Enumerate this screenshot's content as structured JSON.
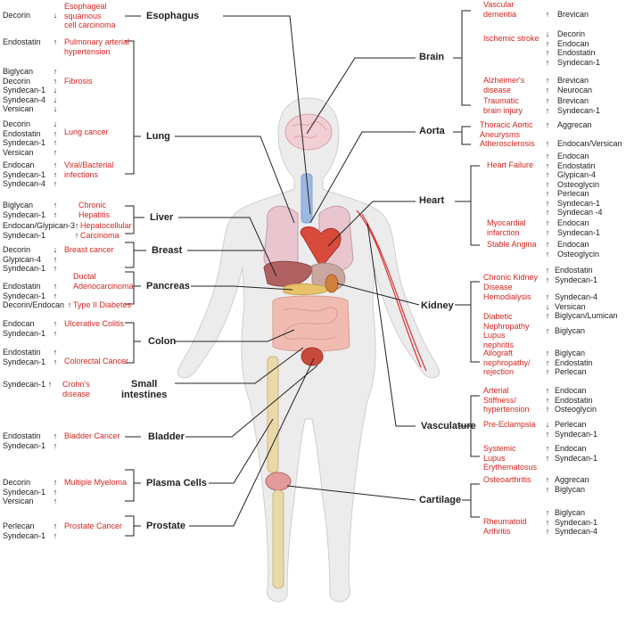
{
  "organs": {
    "esophagus": "Esophagus",
    "lung": "Lung",
    "liver": "Liver",
    "breast": "Breast",
    "pancreas": "Pancreas",
    "colon": "Colon",
    "small": "Small\nintestines",
    "bladder": "Bladder",
    "plasma": "Plasma Cells",
    "prostate": "Prostate",
    "brain": "Brain",
    "aorta": "Aorta",
    "heart": "Heart",
    "kidney": "Kidney",
    "vasculature": "Vasculature",
    "cartilage": "Cartilage"
  },
  "left": {
    "esophagus": {
      "molecules": "Decorin",
      "arrows": "↓",
      "disease": "Esophageal\nsquamous\ncell carcinoma"
    },
    "lung1": {
      "molecules": "Endostatin",
      "arrows": "↑",
      "disease": "Pulmonary arterial\nhypertension"
    },
    "lung2": {
      "molecules": "Biglycan\nDecorin\nSyndecan-1\nSyndecan-4\nVersican",
      "arrows": "↑\n↑\n↓\n↓\n↓",
      "disease": "Fibrosis"
    },
    "lung3": {
      "molecules": "Decorin\nEndostatin\nSyndecan-1\nVersican",
      "arrows": "↓\n↑\n↑\n↑",
      "disease": "Lung cancer"
    },
    "lung4": {
      "molecules": "Endocan\nSyndecan-1\nSyndecan-4",
      "arrows": "↑\n↑\n↑",
      "disease": "Viral/Bacterial\ninfections"
    },
    "liver1": {
      "molecules": "Biglycan\nSyndecan-1",
      "arrows": "↑\n↑",
      "disease": "Chronic\nHepatitis"
    },
    "liver2": {
      "molecules": "Endocan/Glypican-3\nSyndecan-1",
      "arrows": "↑\n↑",
      "disease": "Hepatocellular\nCarcinoma"
    },
    "breast": {
      "molecules": "Decorin\nGlypican-4\nSyndecan-1",
      "arrows": "↓\n↑\n↑",
      "disease": "Breast cancer"
    },
    "pancreas1": {
      "molecules": "Endostatin\nSyndecan-1",
      "arrows": "↑\n↑",
      "disease": "Ductal\nAdenocarcinoma"
    },
    "pancreas2": {
      "molecules": "Decorin/Endocan",
      "arrows": "↑",
      "disease": "Type II Diabetes"
    },
    "colon1": {
      "molecules": "Endocan\nSyndecan-1",
      "arrows": "↑\n↑",
      "disease": "Ulcerative Colitis"
    },
    "colon2": {
      "molecules": "Endostatin\nSyndecan-1",
      "arrows": "↑\n↑",
      "disease": "Colorectal Cancer"
    },
    "small": {
      "molecules": "Syndecan-1",
      "arrows": "↑",
      "disease": "Crohn's\ndisease"
    },
    "bladder": {
      "molecules": "Endostatin\nSyndecan-1",
      "arrows": "↑\n↑",
      "disease": "Bladder Cancer"
    },
    "plasma": {
      "molecules": "Decorin\nSyndecan-1\nVersican",
      "arrows": "↑\n↑\n↑",
      "disease": "Multiple Myeloma"
    },
    "prostate": {
      "molecules": "Perlecan\nSyndecan-1",
      "arrows": "↑\n↑",
      "disease": "Prostate Cancer"
    }
  },
  "right": {
    "brain1": {
      "disease": "Vascular\ndementia",
      "arrows": "↑",
      "molecules": "Brevican"
    },
    "brain2": {
      "disease": "Ischemic stroke",
      "arrows": "↓\n↑\n↑\n↑",
      "molecules": "Decorin\nEndocan\nEndostatin\nSyndecan-1"
    },
    "brain3": {
      "disease": "Alzheimer's\ndisease",
      "arrows": "↑\n↑",
      "molecules": "Brevican\nNeurocan"
    },
    "brain4": {
      "disease": "Traumatic\nbrain injury",
      "arrows": "↑\n↑",
      "molecules": "Brevican\nSyndecan-1"
    },
    "aorta1": {
      "disease": "Thoracic Aortic\nAneurysms",
      "arrows": "↑",
      "molecules": "Aggrecan"
    },
    "aorta2": {
      "disease": "Atherosclerosis",
      "arrows": "↑",
      "molecules": "Endocan/Versican"
    },
    "heart1": {
      "disease": "Heart Failure",
      "arrows": "↑\n↑\n↑\n↑\n↑\n↑\n↑",
      "molecules": "Endocan\nEndostatin\nGlypican-4\nOsteoglycin\nPerlecan\nSyndecan-1\nSyndecan -4"
    },
    "heart2": {
      "disease": "Myocardial\ninfarction",
      "arrows": "↑\n↑",
      "molecules": "Endocan\nSyndecan-1"
    },
    "heart3": {
      "disease": "Stable Angina",
      "arrows": "↑\n↑",
      "molecules": "Endocan\nOsteoglycin"
    },
    "kidney1": {
      "disease": "Chronic Kidney\nDisease",
      "arrows": "↑\n↑",
      "molecules": "Endostatin\nSyndecan-1"
    },
    "kidney2": {
      "disease": "Hemodialysis",
      "arrows": "↑\n↓\n↑",
      "molecules": "Syndecan-4\nVersican\nBiglycan/Lumican"
    },
    "kidney3": {
      "disease": "Diabetic\nNephropathy",
      "arrows": "",
      "molecules": ""
    },
    "kidney4": {
      "disease": "Lupus\nnephritis",
      "arrows": "↑",
      "molecules": "Biglycan"
    },
    "kidney5": {
      "disease": "Allograft\nnephropathy/\nrejection",
      "arrows": "↑\n↑\n↑",
      "molecules": "Biglycan\nEndostatin\nPerlecan"
    },
    "vasc1": {
      "disease": "Arterial\nStiffness/\nhypertension",
      "arrows": "↑\n↑\n↑",
      "molecules": "Endocan\nEndostatin\nOsteoglycin"
    },
    "vasc2": {
      "disease": "Pre-Eclampsia",
      "arrows": "↓\n↑",
      "molecules": "Perlecan\nSyndecan-1"
    },
    "vasc3": {
      "disease": "Systemic\nLupus\nErythematosus",
      "arrows": "↑\n↑",
      "molecules": "Endocan\nSyndecan-1"
    },
    "cart1": {
      "disease": "Osteoarthritis",
      "arrows": "↑\n↑",
      "molecules": "Aggrecan\nBiglycan"
    },
    "cart2": {
      "disease": "Rheumatoid\nArthritis",
      "arrows": "↑\n↑\n↑",
      "molecules": "Biglycan\nSyndecan-1\nSyndecan-4"
    }
  }
}
